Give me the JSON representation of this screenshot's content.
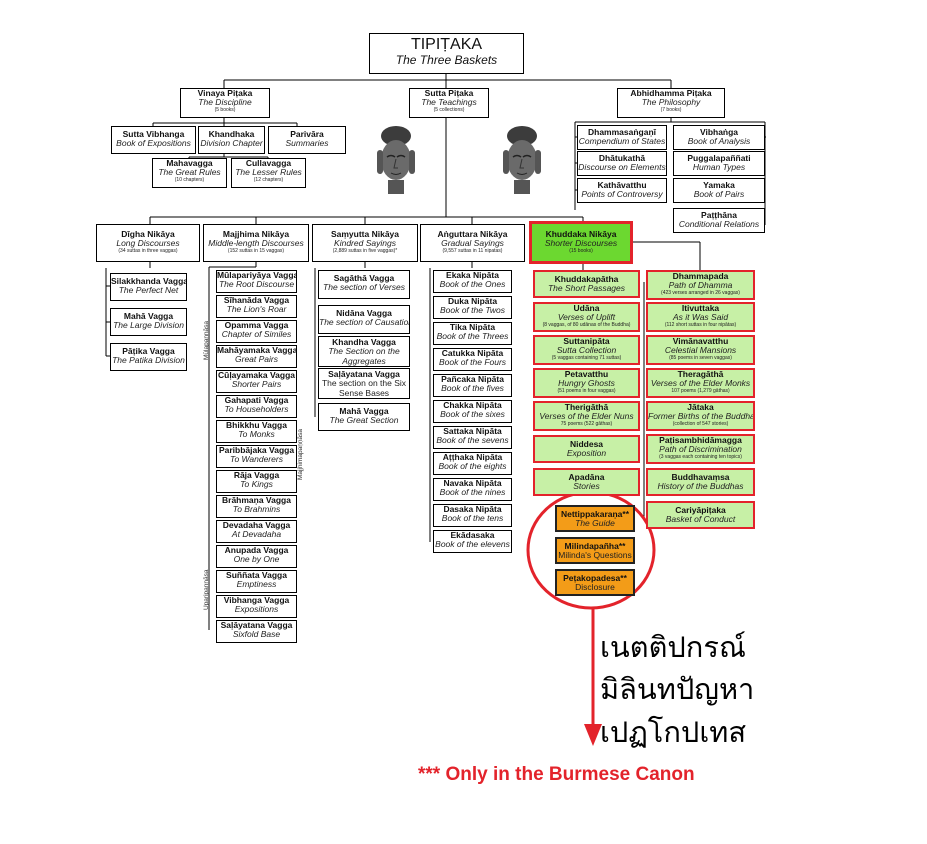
{
  "root": {
    "title": "TIPIṬAKA",
    "subtitle": "The Three Baskets"
  },
  "vinaya": {
    "title": "Vinaya Piṭaka",
    "subtitle": "The Discipline",
    "note": "(5 books)"
  },
  "sutta": {
    "title": "Sutta Piṭaka",
    "subtitle": "The Teachings",
    "note": "(5 collections)"
  },
  "abhidhamma": {
    "title": "Abhidhamma Piṭaka",
    "subtitle": "The Philosophy",
    "note": "(7 books)"
  },
  "vinaya_items": [
    {
      "title": "Sutta Vibhanga",
      "subtitle": "Book of Expositions"
    },
    {
      "title": "Khandhaka",
      "subtitle": "Division Chapter"
    },
    {
      "title": "Parivāra",
      "subtitle": "Summaries"
    },
    {
      "title": "Mahavagga",
      "subtitle": "The Great Rules",
      "note": "(10 chapters)"
    },
    {
      "title": "Cullavagga",
      "subtitle": "The Lesser Rules",
      "note": "(12 chapters)"
    }
  ],
  "abhidhamma_items": [
    {
      "title": "Dhammasaṅgaṇī",
      "subtitle": "Compendium of States"
    },
    {
      "title": "Vibhaṅga",
      "subtitle": "Book of Analysis"
    },
    {
      "title": "Dhātukathā",
      "subtitle": "Discourse on Elements"
    },
    {
      "title": "Puggalapaññati",
      "subtitle": "Human Types"
    },
    {
      "title": "Kathāvatthu",
      "subtitle": "Points of Controversy"
    },
    {
      "title": "Yamaka",
      "subtitle": "Book of Pairs"
    },
    {
      "title": "Paṭṭhāna",
      "subtitle": "Conditional Relations"
    }
  ],
  "nikayas": [
    {
      "title": "Dīgha Nikāya",
      "subtitle": "Long Discourses",
      "note": "(34 suttas in three vaggas)"
    },
    {
      "title": "Majjhima Nikāya",
      "subtitle": "Middle-length Discourses",
      "note": "(152 suttas in 15 vaggas)"
    },
    {
      "title": "Saṃyutta Nikāya",
      "subtitle": "Kindred Sayings",
      "note": "(2,889 suttas in five vaggas)*"
    },
    {
      "title": "Aṅguttara Nikāya",
      "subtitle": "Gradual Sayings",
      "note": "(9,557 suttas in 11 nipatas)"
    },
    {
      "title": "Khuddaka Nikāya",
      "subtitle": "Shorter Discourses",
      "note": "(15 books)"
    }
  ],
  "digha_items": [
    {
      "title": "Silakkhanda Vagga",
      "subtitle": "The Perfect Net"
    },
    {
      "title": "Mahā Vagga",
      "subtitle": "The Large Division"
    },
    {
      "title": "Pāṭika Vagga",
      "subtitle": "The Patika Division"
    }
  ],
  "majjhima_items": [
    {
      "title": "Mūlapariyāya Vagga",
      "subtitle": "The Root Discourse"
    },
    {
      "title": "Sīhanāda Vagga",
      "subtitle": "The Lion's Roar"
    },
    {
      "title": "Opamma Vagga",
      "subtitle": "Chapter of Similes"
    },
    {
      "title": "Mahāyamaka Vagga",
      "subtitle": "Great Pairs"
    },
    {
      "title": "Cūḷayamaka Vagga",
      "subtitle": "Shorter Pairs"
    },
    {
      "title": "Gahapati Vagga",
      "subtitle": "To Householders"
    },
    {
      "title": "Bhikkhu Vagga",
      "subtitle": "To Monks"
    },
    {
      "title": "Paribbājaka Vagga",
      "subtitle": "To Wanderers"
    },
    {
      "title": "Rāja Vagga",
      "subtitle": "To Kings"
    },
    {
      "title": "Brāhmaṇa Vagga",
      "subtitle": "To Brahmins"
    },
    {
      "title": "Devadaha Vagga",
      "subtitle": "At Devadaha"
    },
    {
      "title": "Anupada Vagga",
      "subtitle": "One by One"
    },
    {
      "title": "Suññata Vagga",
      "subtitle": "Emptiness"
    },
    {
      "title": "Vibhanga Vagga",
      "subtitle": "Expositions"
    },
    {
      "title": "Saḷāyatana Vagga",
      "subtitle": "Sixfold Base"
    }
  ],
  "majjhima_groups": [
    "Mūlapaṇṇāsa",
    "Majjhimapaṇṇāsa",
    "Uparipaṇṇāsa"
  ],
  "samyutta_items": [
    {
      "title": "Sagāthā Vagga",
      "subtitle": "The section of Verses"
    },
    {
      "title": "Nidāna Vagga",
      "subtitle": "The section of Causation"
    },
    {
      "title": "Khandha Vagga",
      "subtitle": "The Section on the Aggregates"
    },
    {
      "title": "Saḷāyatana Vagga",
      "subtitle": "The section on the Six Sense Bases"
    },
    {
      "title": "Mahā Vagga",
      "subtitle": "The Great Section"
    }
  ],
  "anguttara_items": [
    {
      "title": "Ekaka Nipāta",
      "subtitle": "Book of the Ones"
    },
    {
      "title": "Duka Nipāta",
      "subtitle": "Book of the Twos"
    },
    {
      "title": "Tika Nipāta",
      "subtitle": "Book of the Threes"
    },
    {
      "title": "Catukka Nipāta",
      "subtitle": "Book of the Fours"
    },
    {
      "title": "Pañcaka Nipāta",
      "subtitle": "Book of the fives"
    },
    {
      "title": "Chakka Nipāta",
      "subtitle": "Book of the sixes"
    },
    {
      "title": "Sattaka Nipāta",
      "subtitle": "Book of the sevens"
    },
    {
      "title": "Aṭṭhaka Nipāta",
      "subtitle": "Book of the eights"
    },
    {
      "title": "Navaka Nipāta",
      "subtitle": "Book of the nines"
    },
    {
      "title": "Dasaka Nipāta",
      "subtitle": "Book of the tens"
    },
    {
      "title": "Ekādasaka",
      "subtitle": "Book of the elevens"
    }
  ],
  "khuddaka_left": [
    {
      "title": "Khuddakapātha",
      "subtitle": "The Short Passages",
      "note": ""
    },
    {
      "title": "Udāna",
      "subtitle": "Verses of Uplift",
      "note": "(8 vaggas, of 80 udānas of the Buddha)"
    },
    {
      "title": "Suttanipāta",
      "subtitle": "Sutta Collection",
      "note": "(5 vaggas containing 71 suttas)"
    },
    {
      "title": "Petavatthu",
      "subtitle": "Hungry Ghosts",
      "note": "(51 poems in four vaggas)"
    },
    {
      "title": "Therigāthā",
      "subtitle": "Verses of the Elder Nuns",
      "note": "75 poems (522 gāthas)"
    },
    {
      "title": "Niddesa",
      "subtitle": "Exposition",
      "note": ""
    },
    {
      "title": "Apadāna",
      "subtitle": "Stories",
      "note": ""
    }
  ],
  "khuddaka_right": [
    {
      "title": "Dhammapada",
      "subtitle": "Path of Dhamma",
      "note": "(423 verses arranged in 26 vaggas)"
    },
    {
      "title": "Itivuttaka",
      "subtitle": "As it Was Said",
      "note": "(112 short suttas in four nipātas)"
    },
    {
      "title": "Vimānavatthu",
      "subtitle": "Celestial Mansions",
      "note": "(85 poems in seven vaggas)"
    },
    {
      "title": "Theragāthā",
      "subtitle": "Verses of the Elder Monks",
      "note": "107 poems (1,279 gāthas)"
    },
    {
      "title": "Jātaka",
      "subtitle": "Former Births of the Buddha",
      "note": "(collection of 547 stories)"
    },
    {
      "title": "Paṭisambhidāmagga",
      "subtitle": "Path of Discrimination",
      "note": "(3 vaggas each containing ten topics)"
    },
    {
      "title": "Buddhavaṃsa",
      "subtitle": "History of the Buddhas",
      "note": ""
    },
    {
      "title": "Cariyāpiṭaka",
      "subtitle": "Basket of Conduct",
      "note": ""
    }
  ],
  "burmese_only": [
    {
      "title": "Nettippakaraṇa**",
      "subtitle": "The Guide"
    },
    {
      "title": "Milindapañha**",
      "subtitle": "Milinda's Questions"
    },
    {
      "title": "Peṭakopadesa**",
      "subtitle": "Disclosure"
    }
  ],
  "thai_labels": [
    "เนตติปกรณ์",
    "มิลินทปัญหา",
    "เปฏโกปเทส"
  ],
  "footnote": "*** Only in the Burmese Canon",
  "colors": {
    "highlight_red": "#e3232b",
    "khuddaka_green": "#c7f0a6",
    "khuddaka_header": "#6cd830",
    "burmese_orange": "#f39c18"
  },
  "icons": [
    "buddha-head-icon",
    "buddha-head-icon"
  ]
}
